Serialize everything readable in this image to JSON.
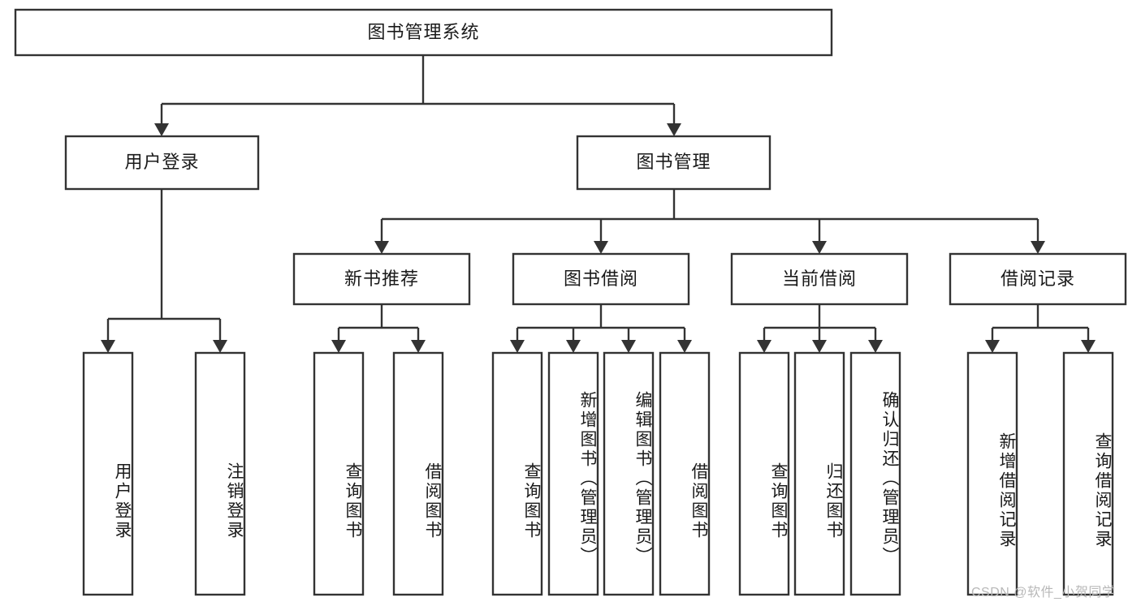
{
  "diagram": {
    "title": "图书管理系统",
    "type": "tree-hierarchy",
    "watermark": "CSDN @软件_小贺同学",
    "colors": {
      "stroke": "#333333",
      "fill": "#ffffff",
      "text": "#1a1a1a",
      "watermark": "#b8b8b8"
    },
    "nodes": {
      "root": {
        "label": "图书管理系统",
        "orientation": "horizontal"
      },
      "level2": [
        {
          "label": "用户登录",
          "orientation": "horizontal"
        },
        {
          "label": "图书管理",
          "orientation": "horizontal"
        }
      ],
      "level3": [
        {
          "label": "新书推荐",
          "orientation": "horizontal"
        },
        {
          "label": "图书借阅",
          "orientation": "horizontal"
        },
        {
          "label": "当前借阅",
          "orientation": "horizontal"
        },
        {
          "label": "借阅记录",
          "orientation": "horizontal"
        }
      ],
      "leaves": {
        "user_login": [
          {
            "label": "用户登录",
            "orientation": "vertical"
          },
          {
            "label": "注销登录",
            "orientation": "vertical"
          }
        ],
        "new_book_recommend": [
          {
            "label": "查询图书",
            "orientation": "vertical"
          },
          {
            "label": "借阅图书",
            "orientation": "vertical"
          }
        ],
        "book_borrow": [
          {
            "label": "查询图书",
            "orientation": "vertical"
          },
          {
            "label": "新增图书（管理员）",
            "orientation": "vertical"
          },
          {
            "label": "编辑图书（管理员）",
            "orientation": "vertical"
          },
          {
            "label": "借阅图书",
            "orientation": "vertical"
          }
        ],
        "current_borrow": [
          {
            "label": "查询图书",
            "orientation": "vertical"
          },
          {
            "label": "归还图书",
            "orientation": "vertical"
          },
          {
            "label": "确认归还（管理员）",
            "orientation": "vertical"
          }
        ],
        "borrow_record": [
          {
            "label": "新增借阅记录",
            "orientation": "vertical"
          },
          {
            "label": "查询借阅记录",
            "orientation": "vertical"
          }
        ]
      }
    }
  }
}
